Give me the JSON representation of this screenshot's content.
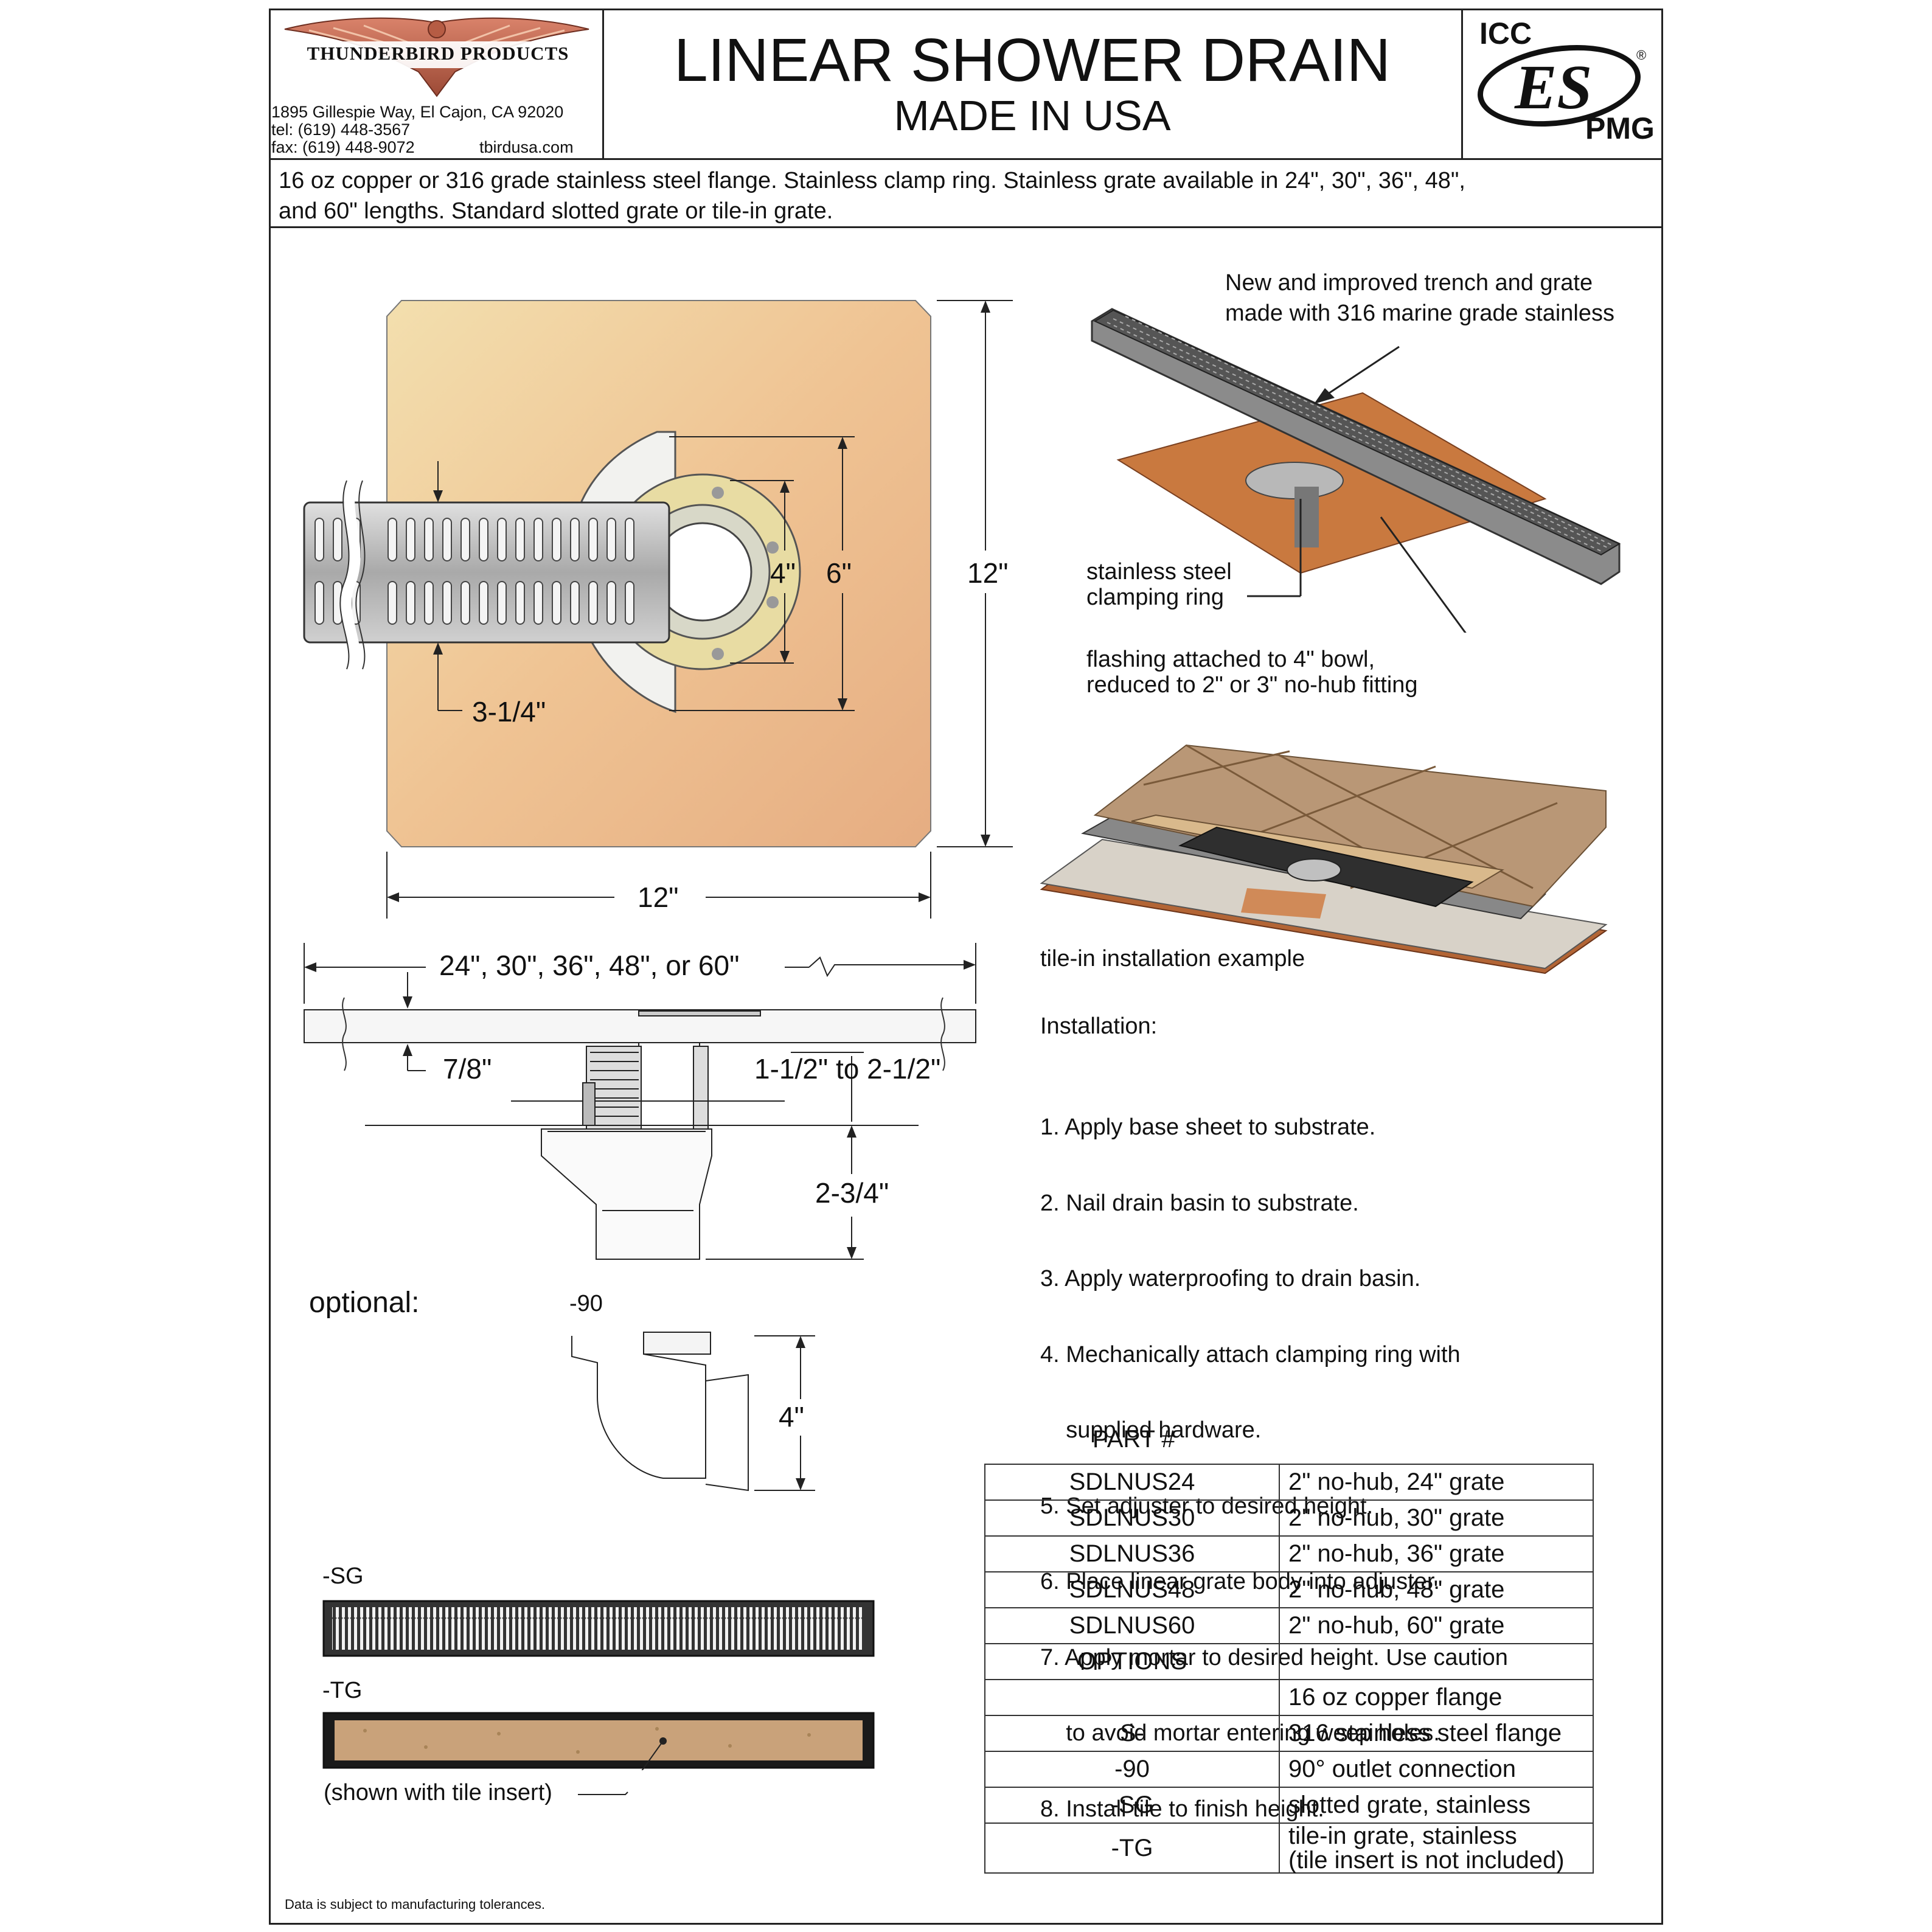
{
  "header": {
    "company": "THUNDERBIRD PRODUCTS",
    "address": "1895 Gillespie Way,  El Cajon,  CA 92020",
    "tel": "tel:  (619) 448-3567",
    "fax": "fax: (619) 448-9072",
    "website": "tbirdusa.com",
    "title": "LINEAR SHOWER DRAIN",
    "subtitle": "MADE IN USA",
    "cert_top": "ICC",
    "cert_mid": "ES",
    "cert_bottom": "PMG",
    "cert_reg": "®"
  },
  "description": {
    "line1": "16 oz copper or 316 grade stainless steel flange. Stainless clamp ring. Stainless grate available in 24\", 30\", 36\", 48\",",
    "line2": "and 60\" lengths. Standard slotted grate or tile-in grate."
  },
  "plan_view": {
    "dim_width": "12\"",
    "dim_height": "12\"",
    "dim_4": "4\"",
    "dim_6": "6\"",
    "dim_314": "3-1/4\""
  },
  "section_view": {
    "dim_lengths": "24\",  30\", 36\", 48\", or 60\"",
    "dim_78": "7/8\"",
    "dim_adjust": "1-1/2\" to 2-1/2\"",
    "dim_234": "2-3/4\""
  },
  "optional": {
    "heading": "optional:",
    "elbow_label": "-90",
    "elbow_dim": "4\"",
    "sg_label": "-SG",
    "tg_label": "-TG",
    "tile_note": "(shown with tile insert)"
  },
  "callouts": {
    "trench": [
      "New and improved trench and grate",
      "made with 316 marine grade stainless"
    ],
    "clamp": [
      "stainless steel",
      "clamping ring"
    ],
    "flashing": [
      "flashing attached to 4\" bowl,",
      "reduced to 2\" or 3\" no-hub fitting"
    ],
    "tile_example": "tile-in installation example"
  },
  "installation": {
    "heading": "Installation:",
    "steps": [
      "1. Apply base sheet to substrate.",
      "2. Nail drain basin to substrate.",
      "3. Apply waterproofing to drain basin.",
      "4. Mechanically attach clamping ring with",
      "    supplied hardware.",
      "5. Set adjuster to desired height.",
      "6. Place linear grate body into adjuster.",
      "7. Apply mortar to desired height. Use caution",
      "    to avoid mortar entering weep holes.",
      "8. Install tile to finish height."
    ]
  },
  "parts": {
    "heading": "PART #",
    "rows": [
      {
        "code": "SDLNUS24",
        "desc": "2\" no-hub, 24\" grate"
      },
      {
        "code": "SDLNUS30",
        "desc": "2\" no-hub, 30\" grate"
      },
      {
        "code": "SDLNUS36",
        "desc": "2\" no-hub, 36\" grate"
      },
      {
        "code": "SDLNUS48",
        "desc": "2\" no-hub, 48\" grate"
      },
      {
        "code": "SDLNUS60",
        "desc": "2\" no-hub, 60\" grate"
      }
    ],
    "options_heading": "OPTIONS",
    "options": [
      {
        "code": "",
        "desc": "16 oz copper flange"
      },
      {
        "code": "S-",
        "desc": "316 stainless steel flange"
      },
      {
        "code": "-90",
        "desc": "90° outlet connection"
      },
      {
        "code": "-SG",
        "desc": "slotted grate, stainless"
      },
      {
        "code": "-TG",
        "desc": "tile-in grate, stainless",
        "desc2": "(tile insert is not included)"
      }
    ]
  },
  "footer": "Data is subject to manufacturing tolerances.",
  "colors": {
    "copper": "#e8b88a",
    "copper_dark": "#c9793f",
    "steel": "#b5b5b5",
    "tile": "#c9a27a",
    "line": "#222222"
  },
  "icons": [
    "thunderbird-logo-icon",
    "icc-es-logo-icon",
    "break-mark-icon"
  ]
}
